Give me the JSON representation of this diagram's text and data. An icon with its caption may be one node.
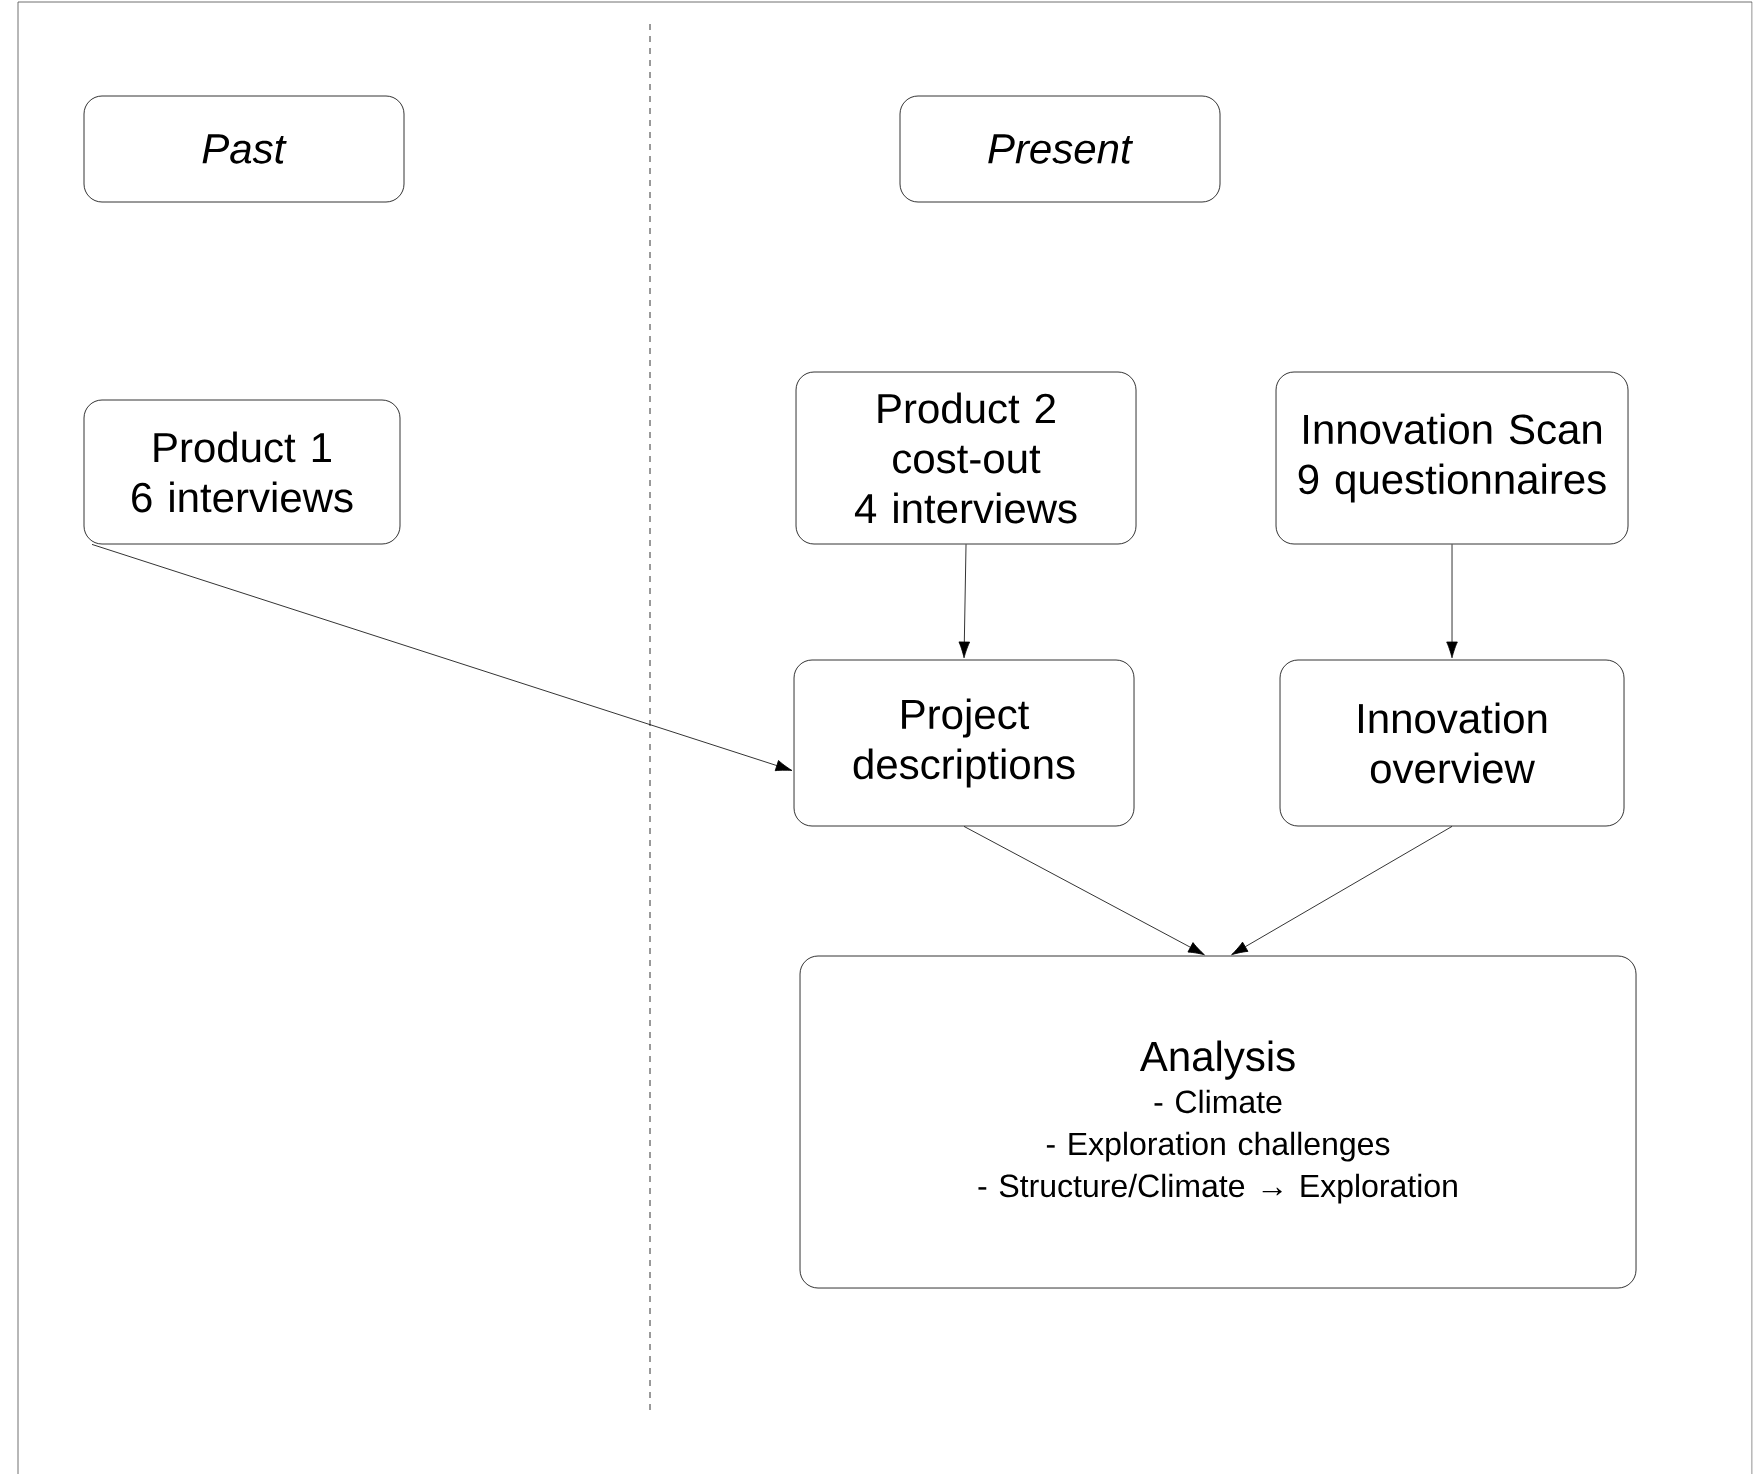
{
  "diagram": {
    "nodes": [
      {
        "text": [
          "*Past*"
        ]
      },
      {
        "text": [
          "*Present*"
        ]
      },
      {
        "text": [
          "Product 1",
          "6 interviews"
        ]
      },
      {
        "text": [
          "Product 2 cost-out",
          "4 interviews"
        ]
      },
      {
        "text": [
          "Innovation Scan",
          "9 questionnaires"
        ]
      },
      {
        "text": [
          "Project descriptions"
        ]
      },
      {
        "text": [
          "Innovation overview"
        ]
      },
      {
        "text": [
          "Analysis",
          "- Climate",
          "- Exploration challenges",
          "- Structure/Climate → Exploration"
        ]
      }
    ],
    "edges": [
      {
        "from": 2,
        "to": 5,
        "arrow": "to"
      },
      {
        "from": 3,
        "to": 5,
        "arrow": "to"
      },
      {
        "from": 4,
        "to": 6,
        "arrow": "to"
      },
      {
        "from": 5,
        "to": 7,
        "arrow": "to"
      },
      {
        "from": 6,
        "to": 7,
        "arrow": "to"
      }
    ]
  }
}
